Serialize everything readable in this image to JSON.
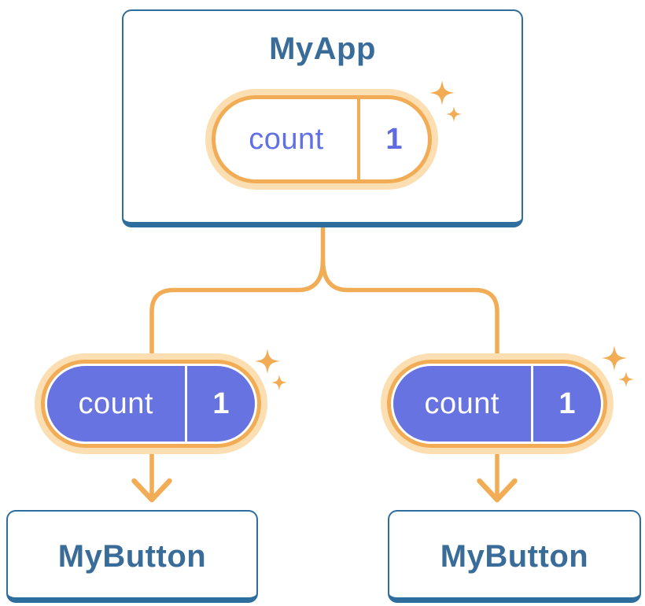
{
  "diagram": {
    "root": {
      "title": "MyApp",
      "state_label": "count",
      "state_value": "1"
    },
    "children": [
      {
        "title": "MyButton",
        "state_label": "count",
        "state_value": "1"
      },
      {
        "title": "MyButton",
        "state_label": "count",
        "state_value": "1"
      }
    ]
  },
  "colors": {
    "card_border_blue": "#2E6E9E",
    "title_text_blue": "#3A6C99",
    "connector_orange": "#F2AC55",
    "pill_glow_orange": "#FBDFB3",
    "state_pill_purple": "#6673E0",
    "state_text_purple": "#5F6CE1",
    "background": "#FFFFFF"
  }
}
